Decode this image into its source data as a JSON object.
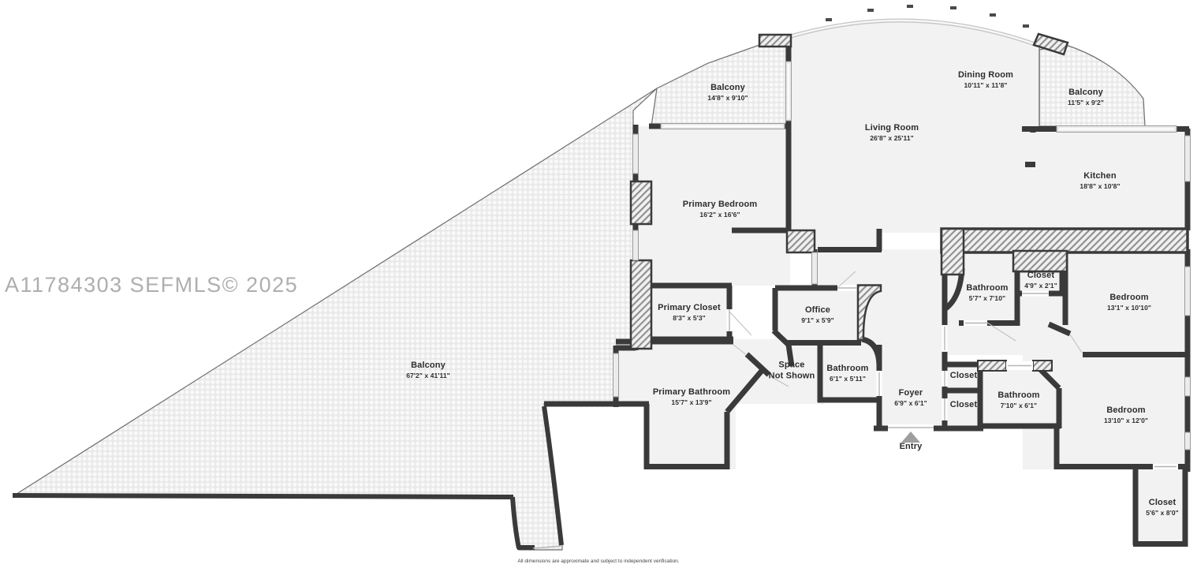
{
  "meta": {
    "watermark": "A11784303  SEFMLS© 2025",
    "disclaimer": "All dimensions are approximate and subject to independent verification.",
    "entry_label": "Entry"
  },
  "colors": {
    "wall": "#3a3a3a",
    "room_fill": "#f2f2f2",
    "balcony_fill": "#ededed",
    "watermark": "#aeaeae",
    "entry_arrow": "#9e9e9e",
    "window": "#e8e8e8"
  },
  "rooms": {
    "balcony_top": {
      "name": "Balcony",
      "dims": "14'8\" x 9'10\""
    },
    "dining": {
      "name": "Dining Room",
      "dims": "10'11\" x 11'8\""
    },
    "balcony_right": {
      "name": "Balcony",
      "dims": "11'5\" x 9'2\""
    },
    "living": {
      "name": "Living Room",
      "dims": "26'8\" x 25'11\""
    },
    "kitchen": {
      "name": "Kitchen",
      "dims": "18'8\" x 10'8\""
    },
    "primary_bedroom": {
      "name": "Primary Bedroom",
      "dims": "16'2\" x 16'6\""
    },
    "primary_closet": {
      "name": "Primary Closet",
      "dims": "8'3\" x 5'3\""
    },
    "office": {
      "name": "Office",
      "dims": "9'1\" x 5'9\""
    },
    "bathroom_a": {
      "name": "Bathroom",
      "dims": "5'7\" x 7'10\""
    },
    "closet_a": {
      "name": "Closet",
      "dims": "4'9\" x 2'1\""
    },
    "bedroom_a": {
      "name": "Bedroom",
      "dims": "13'1\" x 10'10\""
    },
    "balcony_main": {
      "name": "Balcony",
      "dims": "67'2\" x 41'11\""
    },
    "space_not_shown": {
      "line1": "Space",
      "line2": "Not Shown"
    },
    "bathroom_b": {
      "name": "Bathroom",
      "dims": "6'1\" x 5'11\""
    },
    "primary_bathroom": {
      "name": "Primary Bathroom",
      "dims": "15'7\" x 13'9\""
    },
    "foyer": {
      "name": "Foyer",
      "dims": "6'9\" x 6'1\""
    },
    "closet_b": {
      "name": "Closet"
    },
    "closet_c": {
      "name": "Closet"
    },
    "bathroom_c": {
      "name": "Bathroom",
      "dims": "7'10\" x 6'1\""
    },
    "bedroom_b": {
      "name": "Bedroom",
      "dims": "13'10\" x 12'0\""
    },
    "closet_d": {
      "name": "Closet",
      "dims": "5'6\" x 8'0\""
    }
  }
}
